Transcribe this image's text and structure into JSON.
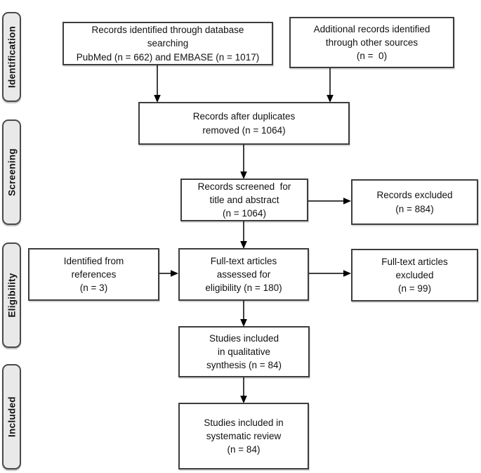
{
  "figure": {
    "type": "prisma-flow-diagram",
    "background": "#ffffff",
    "box_border_color": "#3d3d3d",
    "stage_fill_color": "#e9e9e9",
    "arrow_color": "#000000",
    "text_color": "#111111"
  },
  "stages": {
    "identification": "Identification",
    "screening": "Screening",
    "eligibility": "Eligibility",
    "included": "Included"
  },
  "boxes": {
    "database_search": "Records identified through database\nsearching\nPubMed (n = 662) and EMBASE (n = 1017)",
    "other_sources": "Additional records identified\nthrough other sources\n(n =  0)",
    "duplicates_removed": "Records after duplicates\nremoved (n = 1064)",
    "screened": "Records screened  for\ntitle and abstract\n(n = 1064)",
    "records_excluded": "Records excluded\n(n = 884)",
    "references": "Identified from\nreferences\n(n = 3)",
    "fulltext_assessed": "Full-text articles\nassessed for\neligibility (n = 180)",
    "fulltext_excluded": "Full-text articles\nexcluded\n(n = 99)",
    "qualitative_synthesis": "Studies included\nin qualitative\nsynthesis (n = 84)",
    "systematic_review": "Studies included in\nsystematic review\n(n = 84)"
  }
}
